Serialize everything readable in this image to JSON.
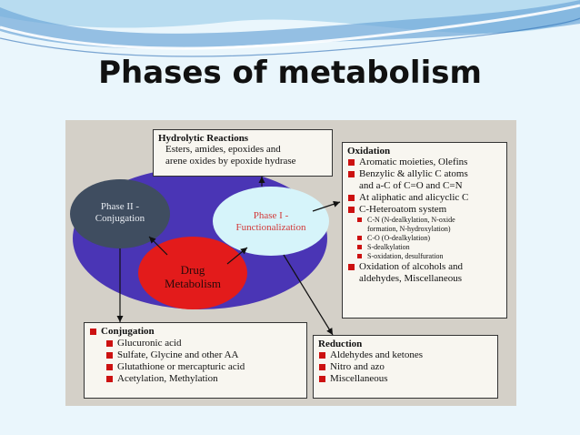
{
  "slide": {
    "title": "Phases of metabolism"
  },
  "diagram": {
    "hydrolytic": {
      "heading": "Hydrolytic Reactions",
      "lines": [
        "Esters, amides, epoxides and",
        "arene oxides by epoxide hydrase"
      ]
    },
    "oxidation": {
      "heading": "Oxidation",
      "items": [
        {
          "text": "Aromatic moieties, Olefins",
          "level": 1
        },
        {
          "text": "Benzylic & allylic C atoms",
          "level": 1,
          "cont": "and a-C of C=O and C=N"
        },
        {
          "text": "At aliphatic and alicyclic C",
          "level": 1
        },
        {
          "text": "C-Heteroatom system",
          "level": 1
        },
        {
          "text": "C-N (N-dealkylation, N-oxide",
          "level": 2,
          "cont": "formation, N-hydroxylation)"
        },
        {
          "text": "C-O (O-dealkylation)",
          "level": 2
        },
        {
          "text": "S-dealkylation",
          "level": 2
        },
        {
          "text": "S-oxidation, desulfuration",
          "level": 2
        },
        {
          "text": "Oxidation of alcohols and",
          "level": 1,
          "cont": "aldehydes, Miscellaneous"
        }
      ]
    },
    "conjugation": {
      "heading": "Conjugation",
      "items": [
        "Glucuronic acid",
        "Sulfate, Glycine and other AA",
        "Glutathione or mercapturic acid",
        "Acetylation, Methylation"
      ]
    },
    "reduction": {
      "heading": "Reduction",
      "items": [
        "Aldehydes and ketones",
        "Nitro and azo",
        "Miscellaneous"
      ]
    },
    "phase2": {
      "line1": "Phase II -",
      "line2": "Conjugation"
    },
    "phase1": {
      "line1": "Phase I -",
      "line2": "Functionalization"
    },
    "drug": {
      "line1": "Drug",
      "line2": "Metabolism"
    },
    "colors": {
      "big_ellipse": "#4a35b5",
      "phase2_fill": "#3f4d60",
      "phase1_fill": "#d6f4fa",
      "drug_fill": "#e31b1b",
      "bullet": "#cc1111",
      "phase1_text": "#d23a3a"
    }
  }
}
